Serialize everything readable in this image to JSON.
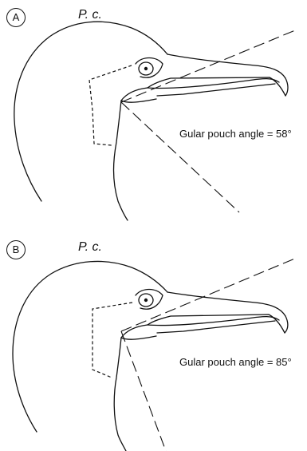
{
  "panels": [
    {
      "letter": "A",
      "species": "P. c.",
      "angle_label": "Gular pouch angle = 58°",
      "angle_degrees": 58
    },
    {
      "letter": "B",
      "species": "P. c.",
      "angle_label": "Gular pouch angle = 85°",
      "angle_degrees": 85
    }
  ],
  "colors": {
    "ink": "#111111",
    "background": "#ffffff"
  }
}
